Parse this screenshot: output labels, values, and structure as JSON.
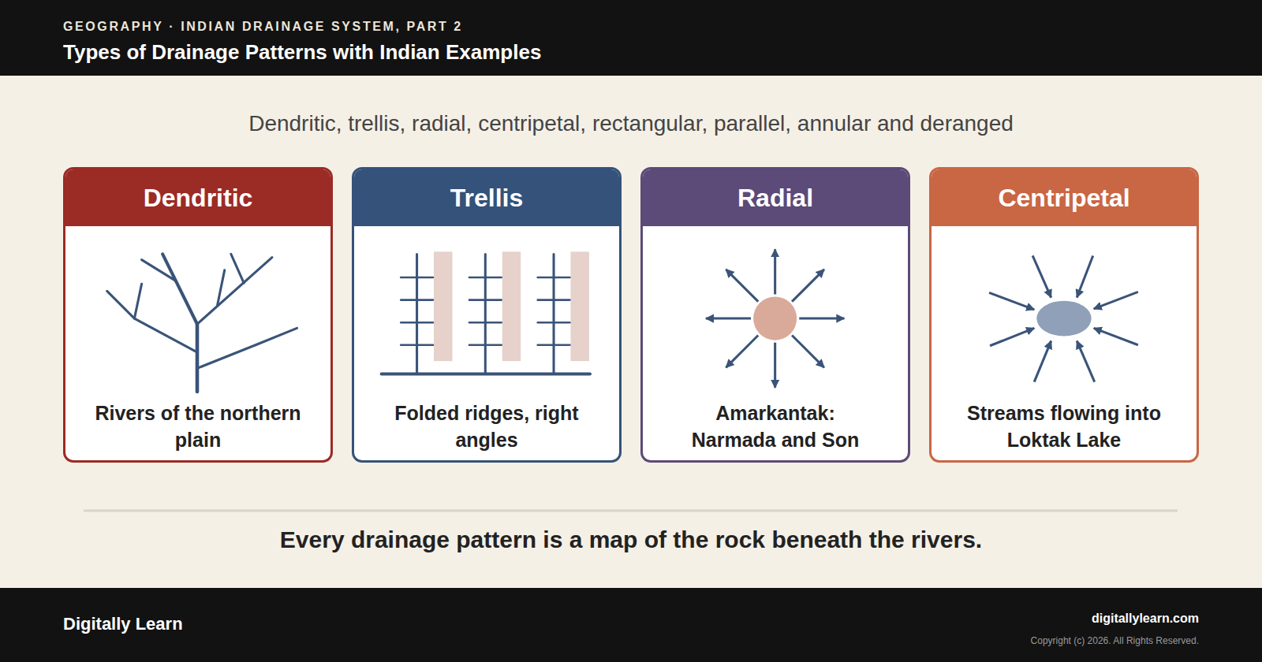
{
  "diagram": {
    "title": "Types of Drainage Patterns with Indian Examples",
    "caption": "Every drainage pattern is a map of the rock beneath the rivers.",
    "nodes": [
      {
        "text": [
          "Dendritic",
          "Rivers of the northern plain"
        ]
      },
      {
        "text": [
          "Trellis",
          "Folded ridges, right angles"
        ]
      },
      {
        "text": [
          "Radial",
          "Amarkantak: Narmada and Son"
        ]
      },
      {
        "text": [
          "Centripetal",
          "Streams flowing into Loktak Lake"
        ]
      }
    ],
    "labels": [
      "GEOGRAPHY · INDIAN DRAINAGE SYSTEM, PART 2",
      "Dendritic, trellis, radial, centripetal, rectangular, parallel, annular and deranged",
      "Digitally Learn",
      "digitallylearn.com",
      "Copyright (c) 2026. All Rights Reserved."
    ]
  }
}
